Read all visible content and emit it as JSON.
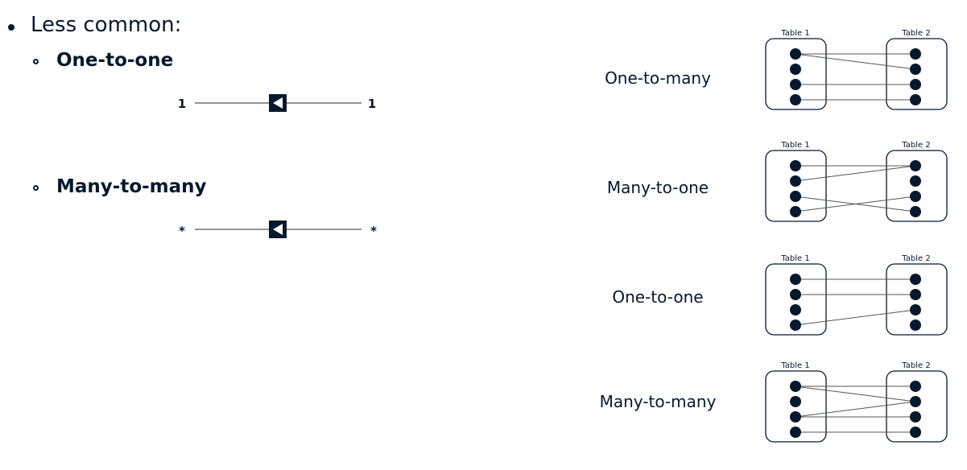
{
  "bullet_list": {
    "heading": "Less common:",
    "items": [
      {
        "label": "One-to-one",
        "left_marker": "1",
        "right_marker": "1"
      },
      {
        "label": "Many-to-many",
        "left_marker": "*",
        "right_marker": "*"
      }
    ]
  },
  "relationships": {
    "table1_label": "Table 1",
    "table2_label": "Table 2",
    "cards": [
      {
        "label": "One-to-many",
        "links": [
          [
            0,
            0
          ],
          [
            0,
            1
          ],
          [
            2,
            2
          ],
          [
            3,
            3
          ]
        ]
      },
      {
        "label": "Many-to-one",
        "links": [
          [
            0,
            0
          ],
          [
            1,
            0
          ],
          [
            2,
            3
          ],
          [
            3,
            2
          ]
        ]
      },
      {
        "label": "One-to-one",
        "links": [
          [
            0,
            0
          ],
          [
            1,
            1
          ],
          [
            3,
            2
          ]
        ]
      },
      {
        "label": "Many-to-many",
        "links": [
          [
            0,
            0
          ],
          [
            0,
            1
          ],
          [
            2,
            1
          ],
          [
            2,
            2
          ],
          [
            3,
            3
          ]
        ]
      }
    ]
  },
  "colors": {
    "ink": "#05192d",
    "line": "#555555"
  }
}
